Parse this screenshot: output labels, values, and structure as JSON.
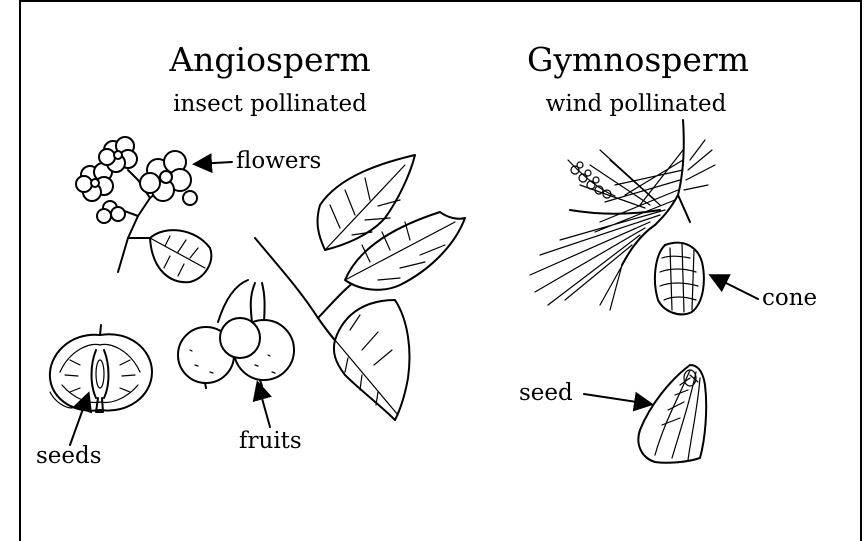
{
  "angiosperm": {
    "title": "Angiosperm",
    "subtitle": "insect pollinated",
    "labels": {
      "flowers": "flowers",
      "seeds": "seeds",
      "fruits": "fruits"
    }
  },
  "gymnosperm": {
    "title": "Gymnosperm",
    "subtitle": "wind pollinated",
    "labels": {
      "cone": "cone",
      "seed": "seed"
    }
  },
  "colors": {
    "ink": "#000000",
    "background": "#ffffff"
  }
}
